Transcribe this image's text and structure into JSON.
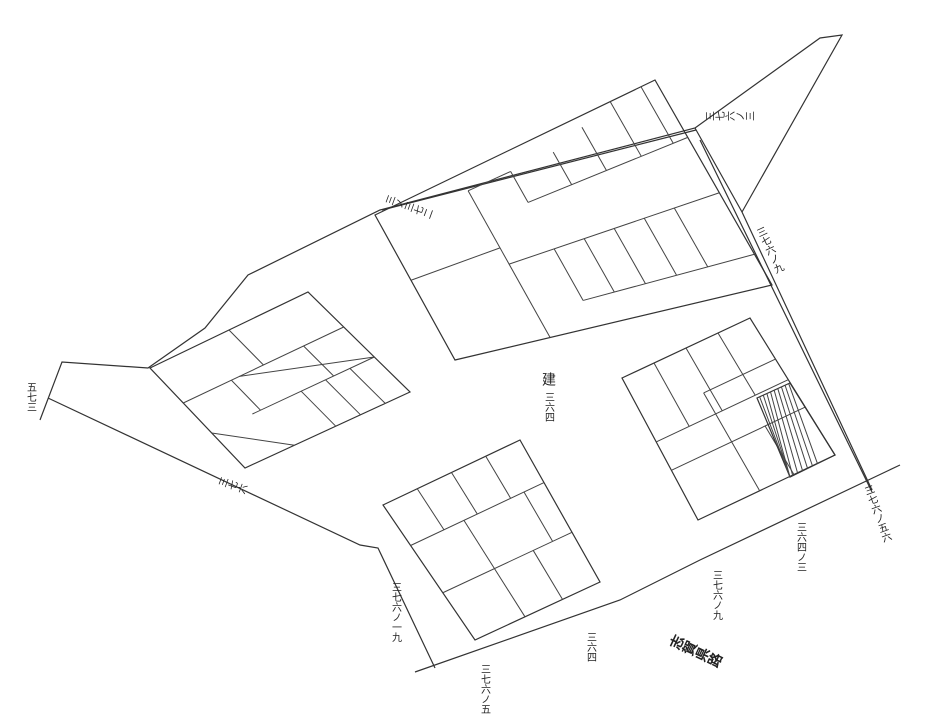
{
  "map": {
    "center_label": {
      "char": "建",
      "number": "三六四"
    },
    "labels": {
      "top": "三ノ三七二",
      "top_right": "三七六ノ三",
      "right": "三七六ノ九",
      "left": "五七三",
      "lower_left_line": "三七六",
      "lower_left": "三七六ノ一九",
      "bottom_left": "三七六ノ五",
      "bottom_mid": "三六四",
      "road_number": "三七六ノ九",
      "road_name": "志賀県路",
      "bottom_right": "三六四ノ三",
      "far_right": "三七六ノ五六"
    },
    "hatched_parcel": true,
    "line_color": "#333333"
  }
}
